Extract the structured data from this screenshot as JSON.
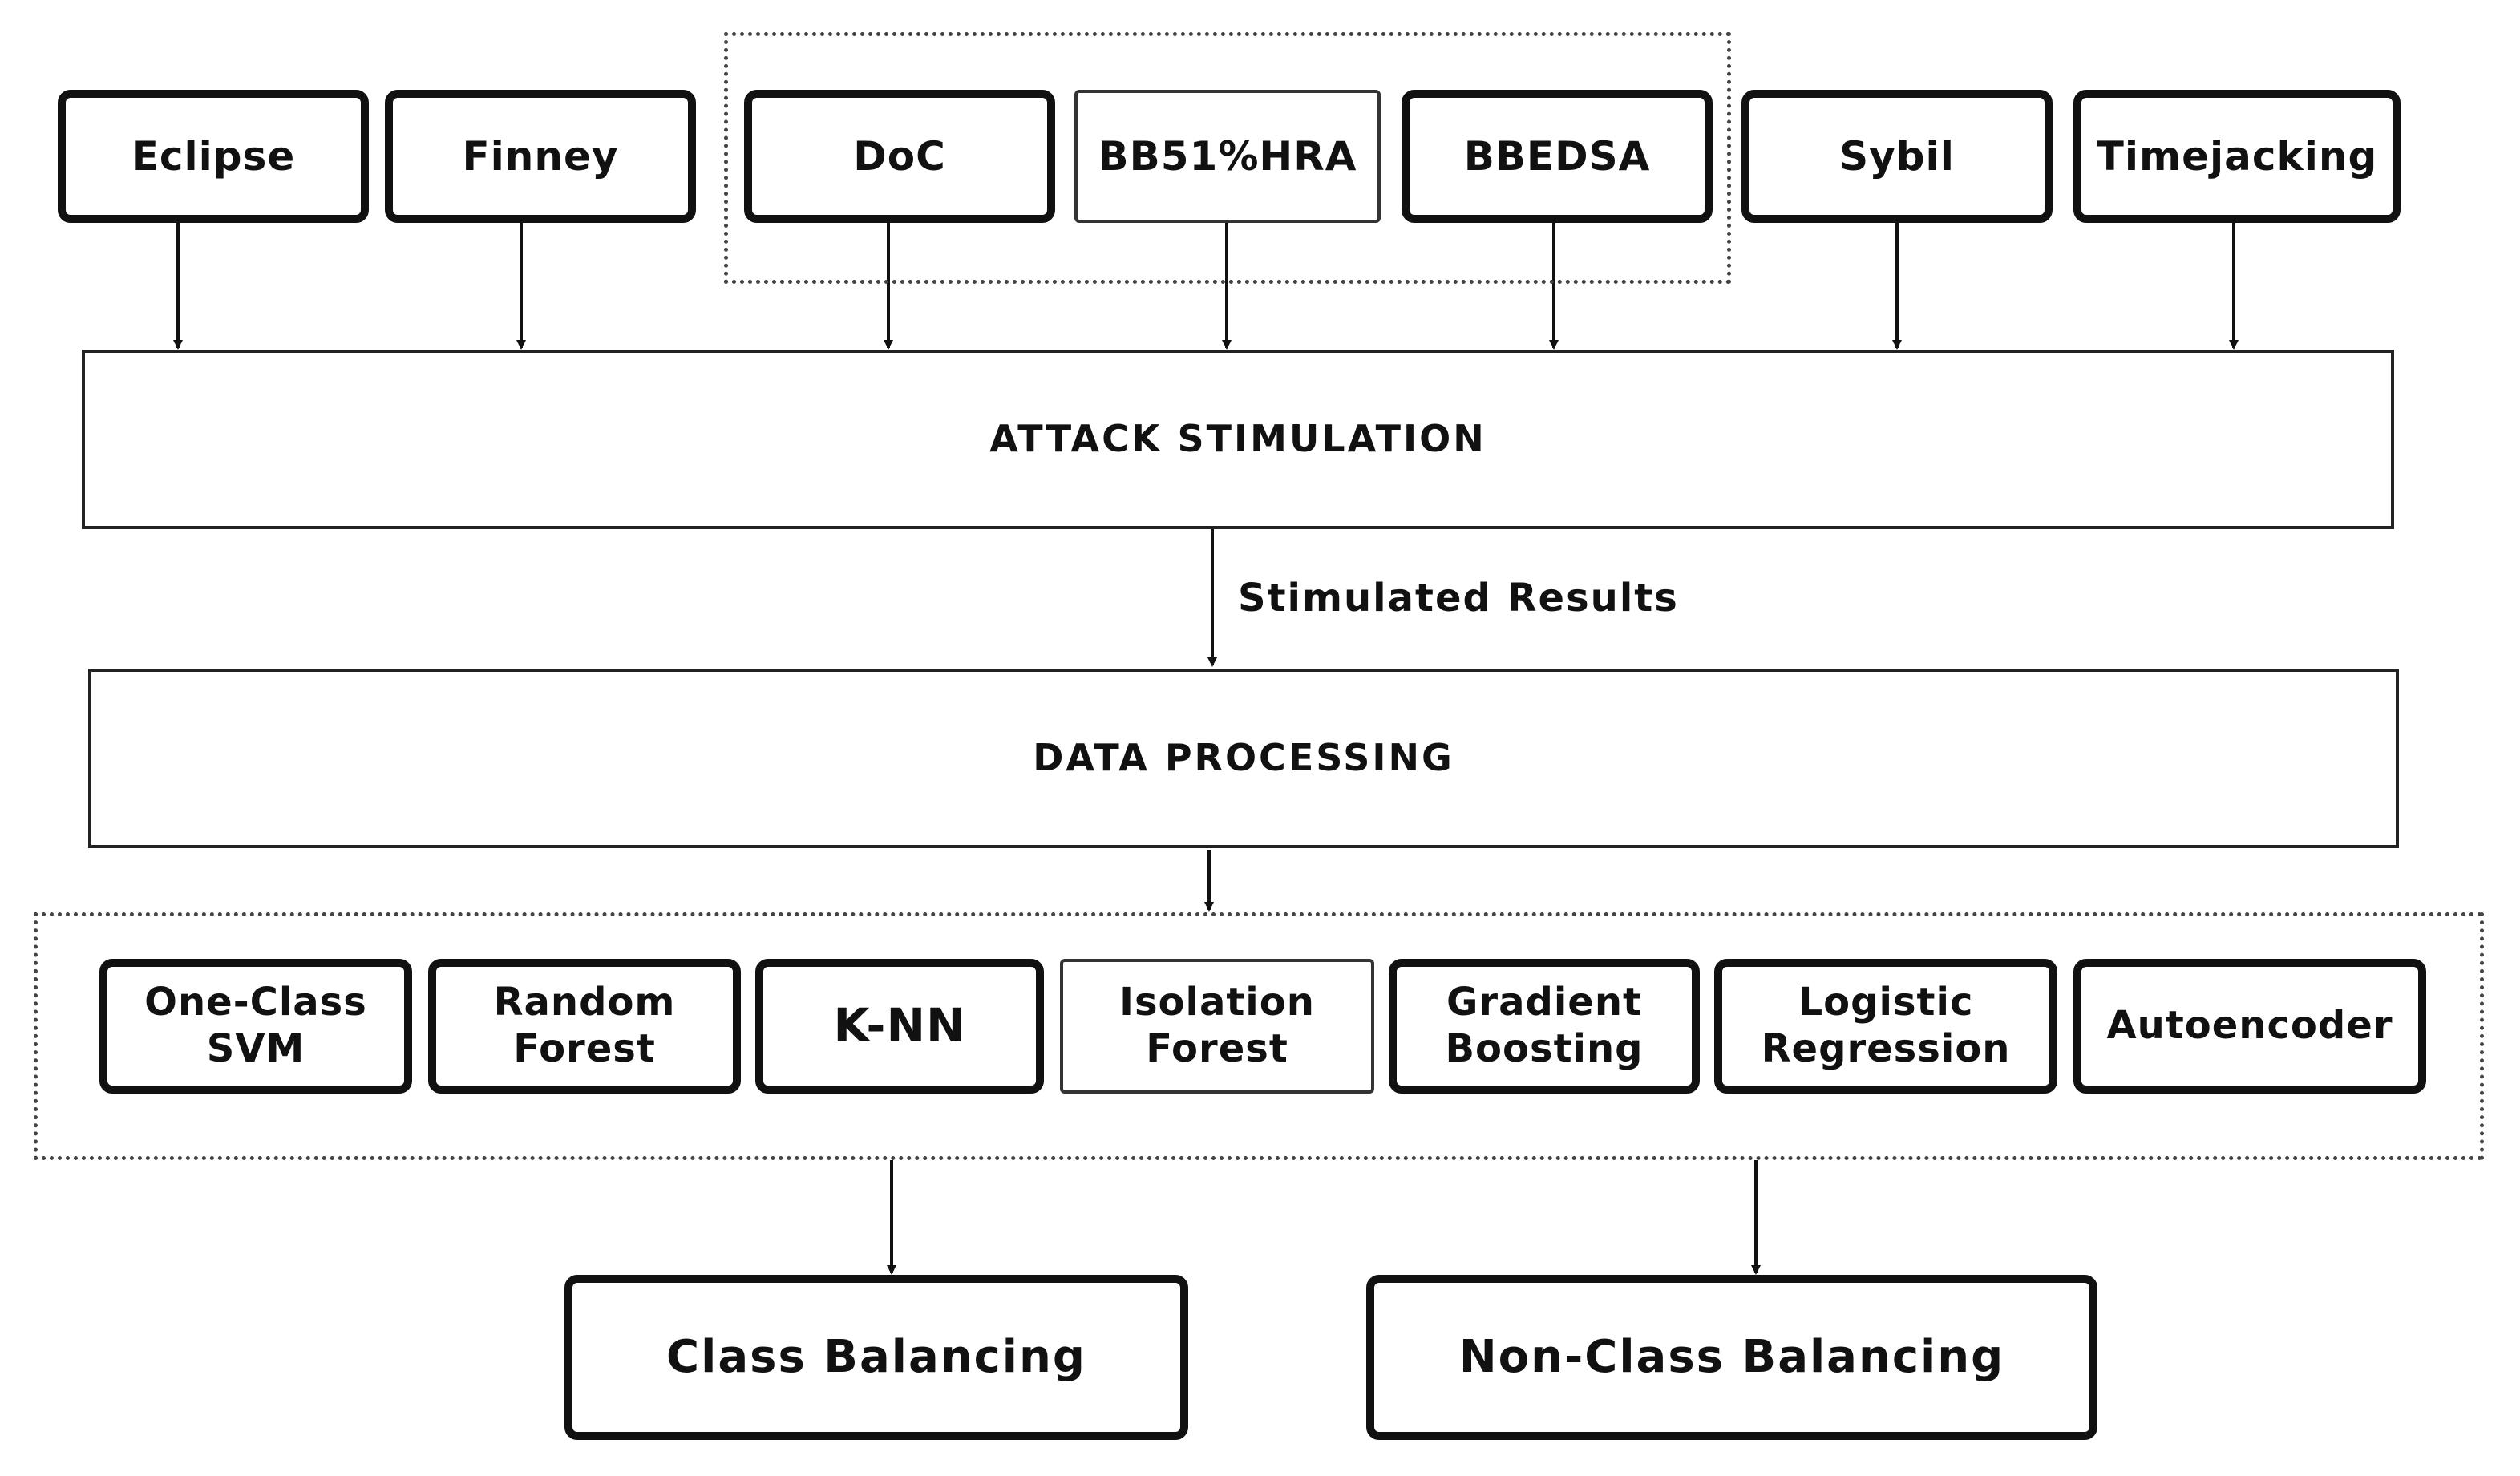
{
  "attacks": [
    "Eclipse",
    "Finney",
    "DoC",
    "BB51%HRA",
    "BBEDSA",
    "Sybil",
    "Timejacking"
  ],
  "attack_stimulation": "ATTACK STIMULATION",
  "edge_label": "Stimulated Results",
  "data_processing": "DATA PROCESSING",
  "models": [
    {
      "line1": "One-Class",
      "line2": "SVM"
    },
    {
      "line1": "Random",
      "line2": "Forest"
    },
    {
      "line1": "K-NN",
      "line2": ""
    },
    {
      "line1": "Isolation",
      "line2": "Forest"
    },
    {
      "line1": "Gradient",
      "line2": "Boosting"
    },
    {
      "line1": "Logistic",
      "line2": "Regression"
    },
    {
      "line1": "Autoencoder",
      "line2": ""
    }
  ],
  "outcomes": [
    "Class Balancing",
    "Non-Class Balancing"
  ]
}
